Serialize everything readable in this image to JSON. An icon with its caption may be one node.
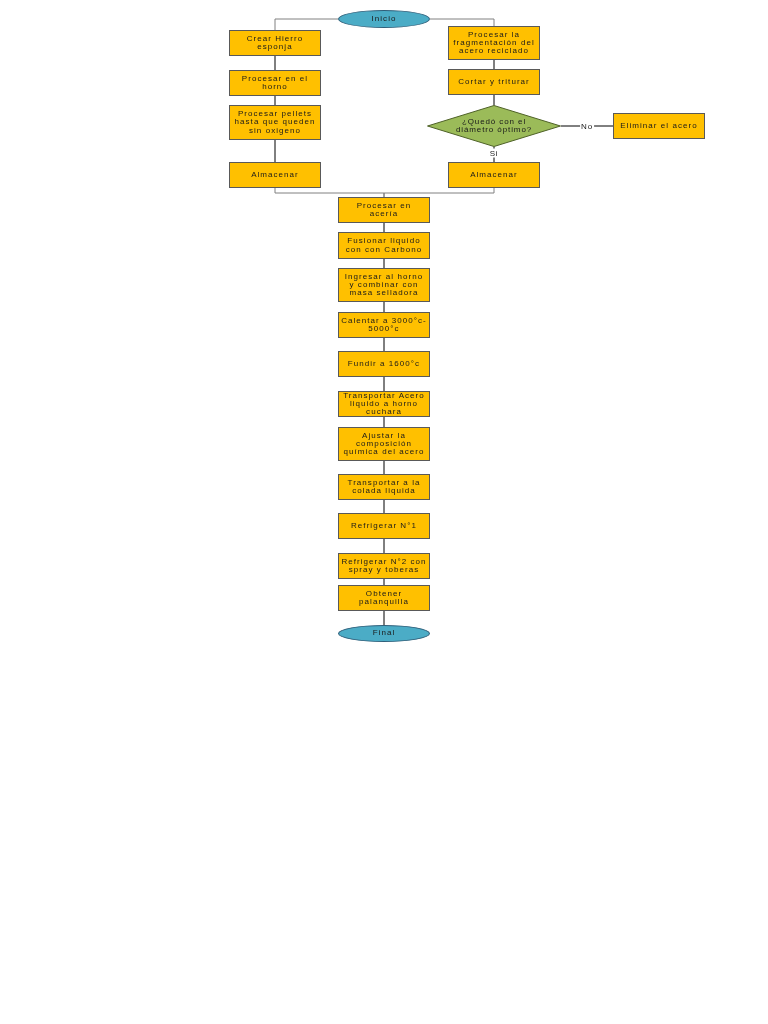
{
  "diagram": {
    "nodes": [
      {
        "text": [
          "Inicio"
        ]
      },
      {
        "text": [
          "Crear Hierro esponja"
        ]
      },
      {
        "text": [
          "Procesar en el horno"
        ]
      },
      {
        "text": [
          "Procesar pellets hasta que queden sin oxigeno"
        ]
      },
      {
        "text": [
          "Almacenar"
        ]
      },
      {
        "text": [
          "Procesar la fragmentación del acero reciclado"
        ]
      },
      {
        "text": [
          "Cortar y triturar"
        ]
      },
      {
        "text": [
          "¿Quedó con el diámetro óptimo?"
        ]
      },
      {
        "text": [
          "Eliminar el acero"
        ]
      },
      {
        "text": [
          "Almacenar"
        ]
      },
      {
        "text": [
          "Procesar en acería"
        ]
      },
      {
        "text": [
          "Fusionar liquido con con Carbono"
        ]
      },
      {
        "text": [
          "Ingresar al horno y combinar con masa selladora"
        ]
      },
      {
        "text": [
          "Calentar a 3000°c- 5000°c"
        ]
      },
      {
        "text": [
          "Fundir a 1600°c"
        ]
      },
      {
        "text": [
          "Transportar Acero liquido a horno cuchara"
        ]
      },
      {
        "text": [
          "Ajustar la composición química del acero"
        ]
      },
      {
        "text": [
          "Transportar a la colada liquida"
        ]
      },
      {
        "text": [
          "Refrigerar N°1"
        ]
      },
      {
        "text": [
          "Refrigerar N°2 con spray y toberas"
        ]
      },
      {
        "text": [
          "Obtener palanquilla"
        ]
      },
      {
        "text": [
          "Final"
        ]
      }
    ],
    "edges": [
      {
        "from": 0,
        "to": 1,
        "arrow": "none",
        "color": "#808080"
      },
      {
        "from": 0,
        "to": 5,
        "arrow": "none",
        "color": "#808080"
      },
      {
        "from": 1,
        "to": 2,
        "arrow": "none"
      },
      {
        "from": 2,
        "to": 3,
        "arrow": "none"
      },
      {
        "from": 3,
        "to": 4,
        "arrow": "none"
      },
      {
        "from": 5,
        "to": 6,
        "arrow": "none"
      },
      {
        "from": 6,
        "to": 7,
        "arrow": "none"
      },
      {
        "from": 7,
        "to": 8,
        "arrow": "none",
        "label": "No"
      },
      {
        "from": 7,
        "to": 9,
        "arrow": "none",
        "label": "Si"
      },
      {
        "from": 4,
        "to": 10,
        "arrow": "none",
        "color": "#808080"
      },
      {
        "from": 9,
        "to": 10,
        "arrow": "none",
        "color": "#808080"
      },
      {
        "from": 10,
        "to": 11,
        "arrow": "none"
      },
      {
        "from": 11,
        "to": 12,
        "arrow": "none"
      },
      {
        "from": 12,
        "to": 13,
        "arrow": "none"
      },
      {
        "from": 13,
        "to": 14,
        "arrow": "none"
      },
      {
        "from": 14,
        "to": 15,
        "arrow": "none"
      },
      {
        "from": 15,
        "to": 16,
        "arrow": "none"
      },
      {
        "from": 16,
        "to": 17,
        "arrow": "none"
      },
      {
        "from": 17,
        "to": 18,
        "arrow": "none"
      },
      {
        "from": 18,
        "to": 19,
        "arrow": "none"
      },
      {
        "from": 19,
        "to": 20,
        "arrow": "none"
      },
      {
        "from": 20,
        "to": 21,
        "arrow": "none"
      }
    ]
  }
}
